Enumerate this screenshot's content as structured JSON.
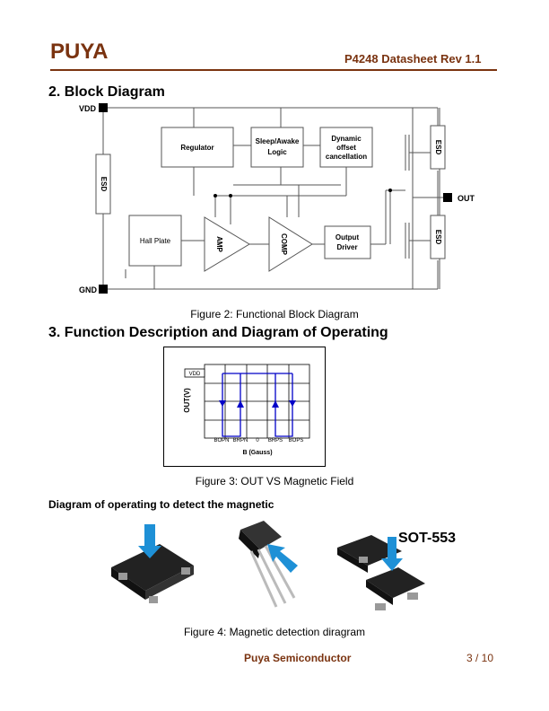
{
  "header": {
    "logo_text": "PUYA",
    "doc_title": "P4248 Datasheet Rev 1.1",
    "brand_color": "#7a3310"
  },
  "section2": {
    "heading": "2. Block Diagram",
    "pins": {
      "vdd": "VDD",
      "gnd": "GND",
      "out": "OUT"
    },
    "blocks": {
      "regulator": "Regulator",
      "sleep_line1": "Sleep/Awake",
      "sleep_line2": "Logic",
      "dyn_line1": "Dynamic",
      "dyn_line2": "offset",
      "dyn_line3": "cancellation",
      "hall": "Hall Plate",
      "amp": "AMP",
      "comp": "COMP",
      "out_line1": "Output",
      "out_line2": "Driver",
      "esd": "ESD"
    },
    "caption": "Figure 2: Functional Block Diagram"
  },
  "section3": {
    "heading": "3. Function Description and Diagram of Operating",
    "chart": {
      "vdd_label": "VDD",
      "ylabel": "OUT(V)",
      "xlabel": "B (Gauss)",
      "ticks": [
        "BOPN",
        "BRPN",
        "0",
        "BRPS",
        "BOPS"
      ]
    },
    "caption": "Figure 3: OUT VS Magnetic Field"
  },
  "detect": {
    "subheading": "Diagram of operating to detect the magnetic",
    "package_label": "SOT-553",
    "caption": "Figure 4: Magnetic detection diragram"
  },
  "footer": {
    "company": "Puya Semiconductor",
    "page": "3 / 10"
  }
}
